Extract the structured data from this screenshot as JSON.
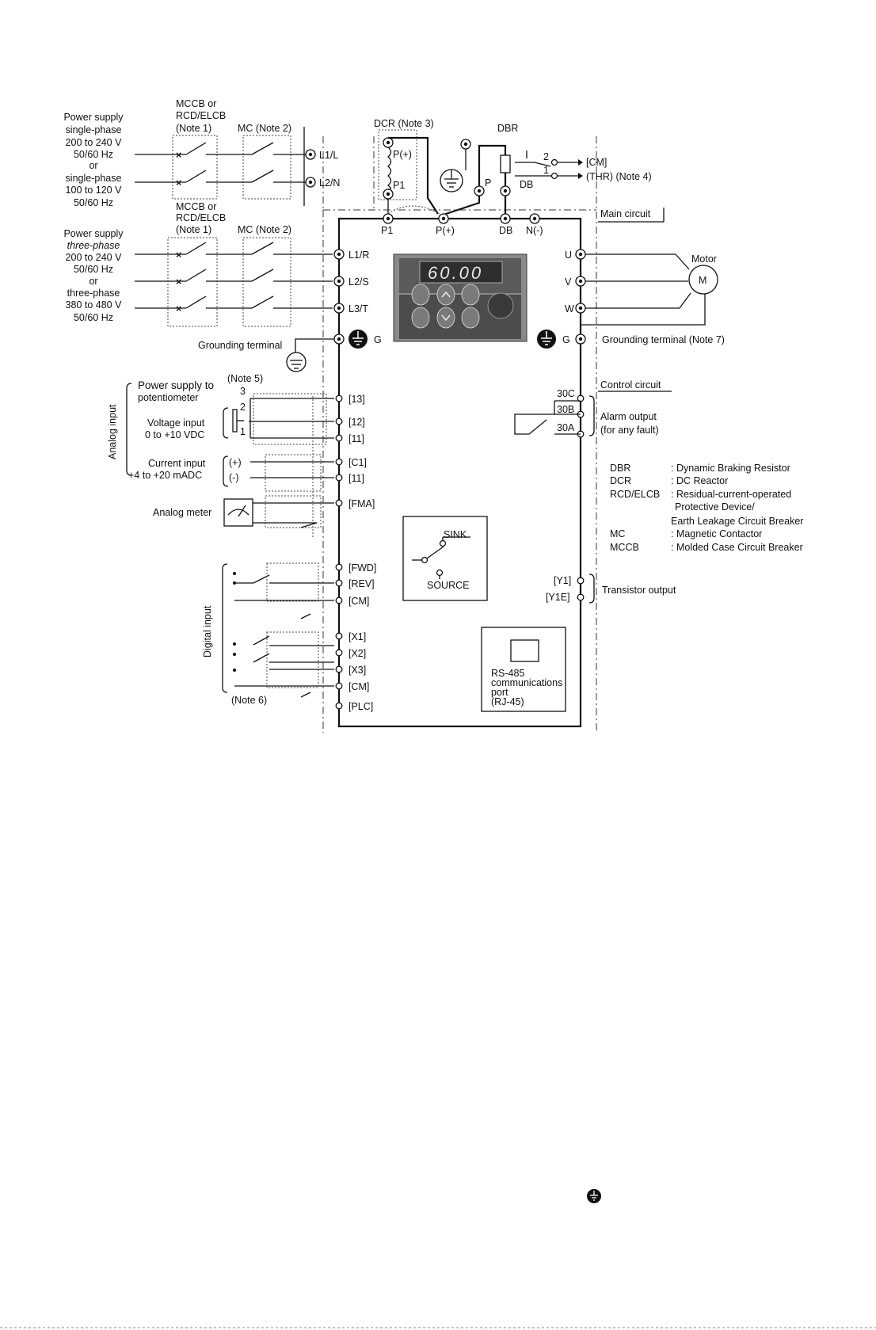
{
  "top_left": {
    "supply_single": [
      "Power supply",
      "single-phase",
      "200 to 240 V",
      "50/60 Hz",
      "or",
      "single-phase",
      "100 to 120 V",
      "50/60 Hz"
    ],
    "mccb1": [
      "MCCB or",
      "RCD/ELCB",
      "(Note 1)"
    ],
    "mc1": "MC (Note 2)",
    "supply_three": [
      "Power supply",
      "three-phase",
      "200 to 240 V",
      "50/60 Hz",
      "or",
      "three-phase",
      "380 to 480 V",
      "50/60 Hz"
    ],
    "mccb2": [
      "MCCB or",
      "RCD/ELCB",
      "(Note 1)"
    ],
    "mc2": "MC (Note 2)",
    "terminals_single": [
      "L1/L",
      "L2/N"
    ],
    "terminals_three": [
      "L1/R",
      "L2/S",
      "L3/T"
    ]
  },
  "dc_section": {
    "dcr": "DCR (Note 3)",
    "dcr_terms": [
      "P(+)",
      "P1"
    ],
    "dbr": "DBR",
    "dbr_terms": [
      "P",
      "DB"
    ],
    "thr_nums": [
      "2",
      "1"
    ],
    "cm": "[CM]",
    "thr": "(THR) (Note 4)",
    "main_terms": [
      "P1",
      "P(+)",
      "DB",
      "N(-)"
    ]
  },
  "main_circuit": "Main circuit",
  "keypad": {
    "display": "60.00"
  },
  "motor": {
    "label": "Motor",
    "symbol": "M",
    "terms": [
      "U",
      "V",
      "W"
    ]
  },
  "ground": {
    "left_label": "Grounding terminal",
    "g": "G",
    "right_label": "Grounding terminal  (Note 7)"
  },
  "control_circuit": "Control circuit",
  "analog": {
    "section": "Analog input",
    "note5": "(Note 5)",
    "pot_supply": [
      "Power supply to",
      "potentiometer"
    ],
    "pot_nums": [
      "3",
      "2",
      "1"
    ],
    "voltage": [
      "Voltage input",
      "0 to +10 VDC"
    ],
    "current": [
      "Current input",
      "+4 to +20 mADC"
    ],
    "current_pol": [
      "(+)",
      "(-)"
    ],
    "meter": "Analog meter",
    "terms": [
      "[13]",
      "[12]",
      "[11]",
      "[C1]",
      "[11]",
      "[FMA]"
    ]
  },
  "alarm": {
    "terms": [
      "30C",
      "30B",
      "30A"
    ],
    "label": [
      "Alarm output",
      "(for any fault)"
    ]
  },
  "legend": [
    {
      "abbr": "DBR",
      "desc": ": Dynamic Braking Resistor"
    },
    {
      "abbr": "DCR",
      "desc": ": DC Reactor"
    },
    {
      "abbr": "RCD/ELCB",
      "desc": ": Residual-current-operated"
    },
    {
      "abbr": "",
      "desc": "Protective Device/"
    },
    {
      "abbr": "",
      "desc": "Earth Leakage Circuit Breaker"
    },
    {
      "abbr": "MC",
      "desc": ": Magnetic Contactor"
    },
    {
      "abbr": "MCCB",
      "desc": ": Molded Case Circuit Breaker"
    }
  ],
  "sink_source": {
    "sink": "SINK",
    "source": "SOURCE"
  },
  "digital": {
    "section": "Digital input",
    "note6": "(Note 6)",
    "terms": [
      "[FWD]",
      "[REV]",
      "[CM]",
      "[X1]",
      "[X2]",
      "[X3]",
      "[CM]",
      "[PLC]"
    ]
  },
  "transistor": {
    "terms": [
      "[Y1]",
      "[Y1E]"
    ],
    "label": "Transistor output"
  },
  "rs485": [
    "RS-485",
    "communications",
    "port",
    "(RJ-45)"
  ]
}
